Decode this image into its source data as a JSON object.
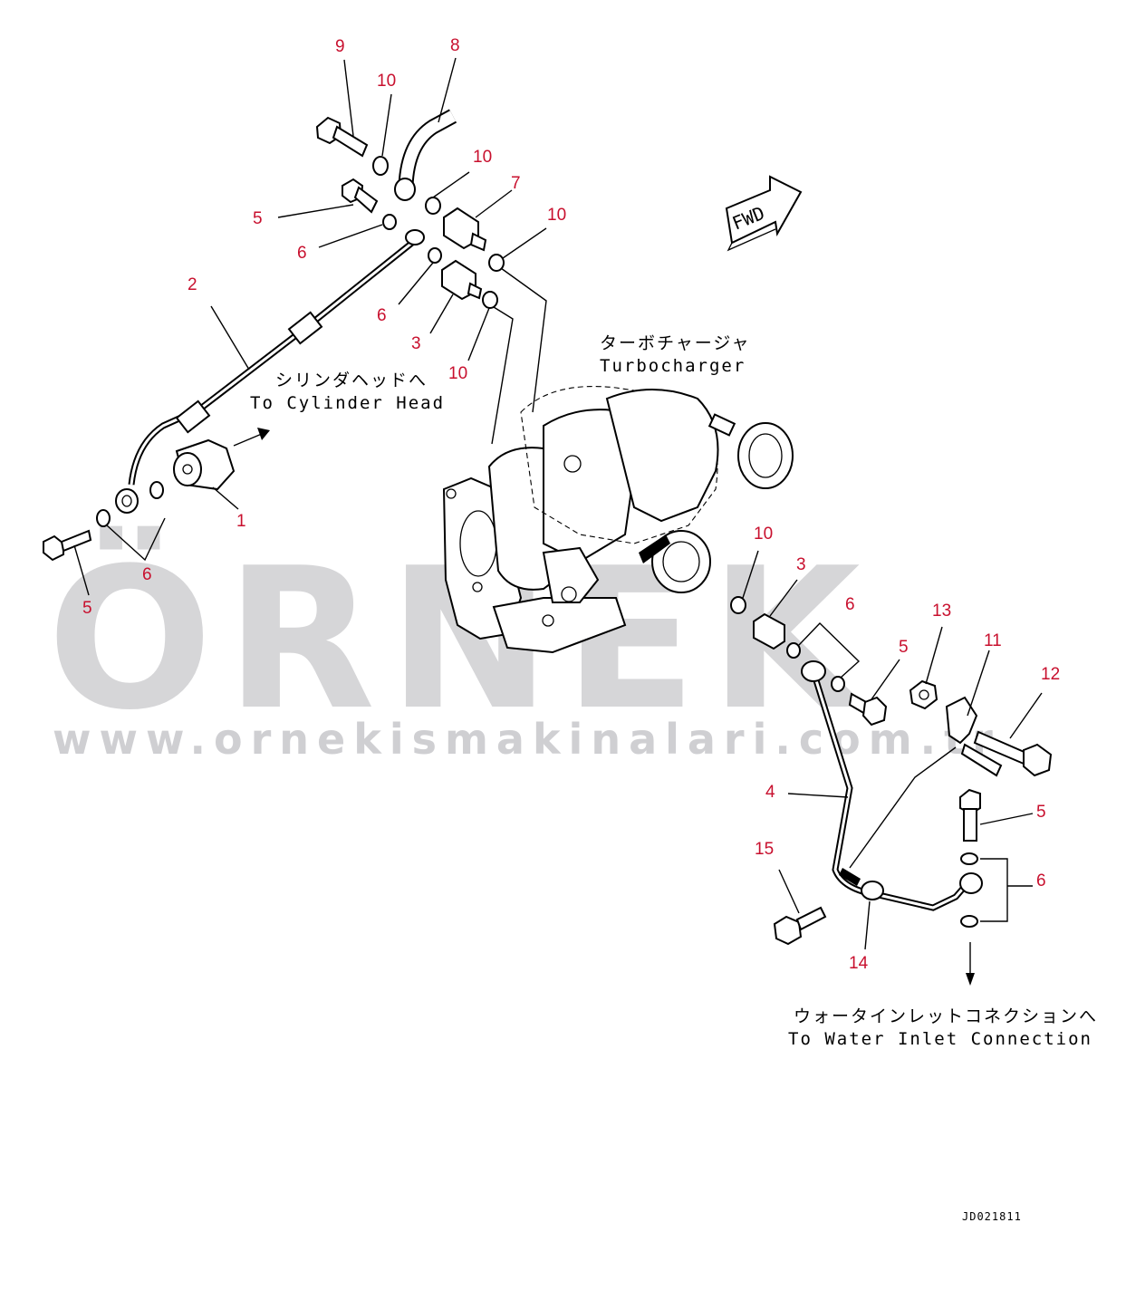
{
  "watermark": {
    "brand": "ÖRNEK",
    "url": "www.ornekismakinalari.com.tr",
    "accent_color": "#f5d35a",
    "text_color": "#c9c9cc"
  },
  "labels": {
    "turbocharger_jp": "ターボチャージャ",
    "turbocharger_en": "Turbocharger",
    "cylinder_head_jp": "シリンダヘッドへ",
    "cylinder_head_en": "To Cylinder Head",
    "water_inlet_jp": "ウォータインレットコネクションへ",
    "water_inlet_en": "To Water Inlet Connection",
    "fwd": "FWD",
    "drawing_id": "JD021811"
  },
  "callouts": [
    {
      "id": "c9",
      "text": "9"
    },
    {
      "id": "c8",
      "text": "8"
    },
    {
      "id": "c10a",
      "text": "10"
    },
    {
      "id": "c10b",
      "text": "10"
    },
    {
      "id": "c7",
      "text": "7"
    },
    {
      "id": "c10c",
      "text": "10"
    },
    {
      "id": "c5a",
      "text": "5"
    },
    {
      "id": "c6a",
      "text": "6"
    },
    {
      "id": "c2",
      "text": "2"
    },
    {
      "id": "c6b",
      "text": "6"
    },
    {
      "id": "c3a",
      "text": "3"
    },
    {
      "id": "c10d",
      "text": "10"
    },
    {
      "id": "c1",
      "text": "1"
    },
    {
      "id": "c6c",
      "text": "6"
    },
    {
      "id": "c5b",
      "text": "5"
    },
    {
      "id": "c10e",
      "text": "10"
    },
    {
      "id": "c3b",
      "text": "3"
    },
    {
      "id": "c6d",
      "text": "6"
    },
    {
      "id": "c13",
      "text": "13"
    },
    {
      "id": "c11",
      "text": "11"
    },
    {
      "id": "c12",
      "text": "12"
    },
    {
      "id": "c5c",
      "text": "5"
    },
    {
      "id": "c4",
      "text": "4"
    },
    {
      "id": "c5d",
      "text": "5"
    },
    {
      "id": "c15",
      "text": "15"
    },
    {
      "id": "c6e",
      "text": "6"
    },
    {
      "id": "c14",
      "text": "14"
    }
  ]
}
